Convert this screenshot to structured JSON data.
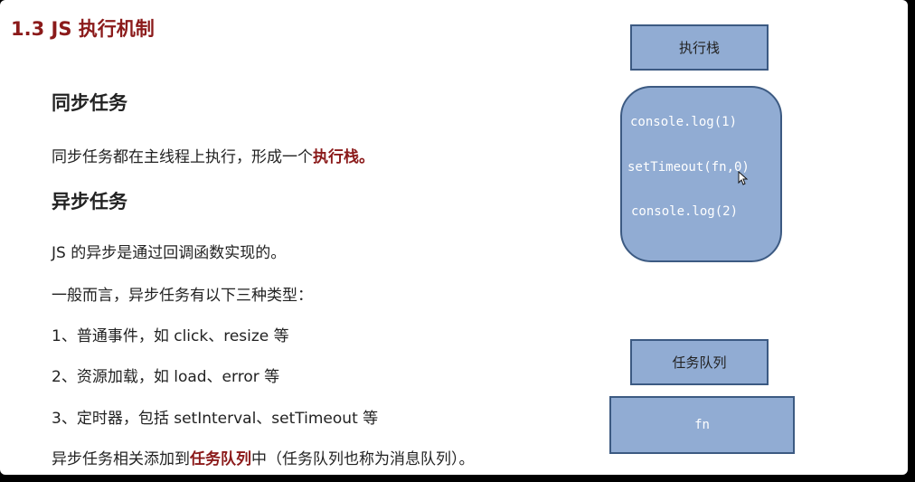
{
  "slide": {
    "title": "1.3 JS 执行机制",
    "sync_heading": "同步任务",
    "sync_desc_prefix": "同步任务都在主线程上执行，形成一个",
    "sync_desc_highlight": "执行栈。",
    "async_heading": "异步任务",
    "async_intro": "JS 的异步是通过回调函数实现的。",
    "async_types_intro": "一般而言，异步任务有以下三种类型：",
    "types": [
      "1、普通事件，如 click、resize 等",
      "2、资源加载，如 load、error 等",
      "3、定时器，包括 setInterval、setTimeout 等"
    ],
    "queue_desc_prefix": "异步任务相关添加到",
    "queue_desc_highlight": "任务队列",
    "queue_desc_suffix": "中（任务队列也称为消息队列）。"
  },
  "diagram": {
    "stack_label": "执行栈",
    "stack_items": [
      "console.log(1)",
      "setTimeout(fn,0)",
      "console.log(2)"
    ],
    "queue_label": "任务队列",
    "queue_items": [
      "fn"
    ]
  },
  "colors": {
    "accent": "#8b1a1a",
    "box_fill": "#91acd3",
    "box_border": "#3c5a82"
  },
  "icons": {
    "cursor": "mouse-pointer-icon"
  }
}
